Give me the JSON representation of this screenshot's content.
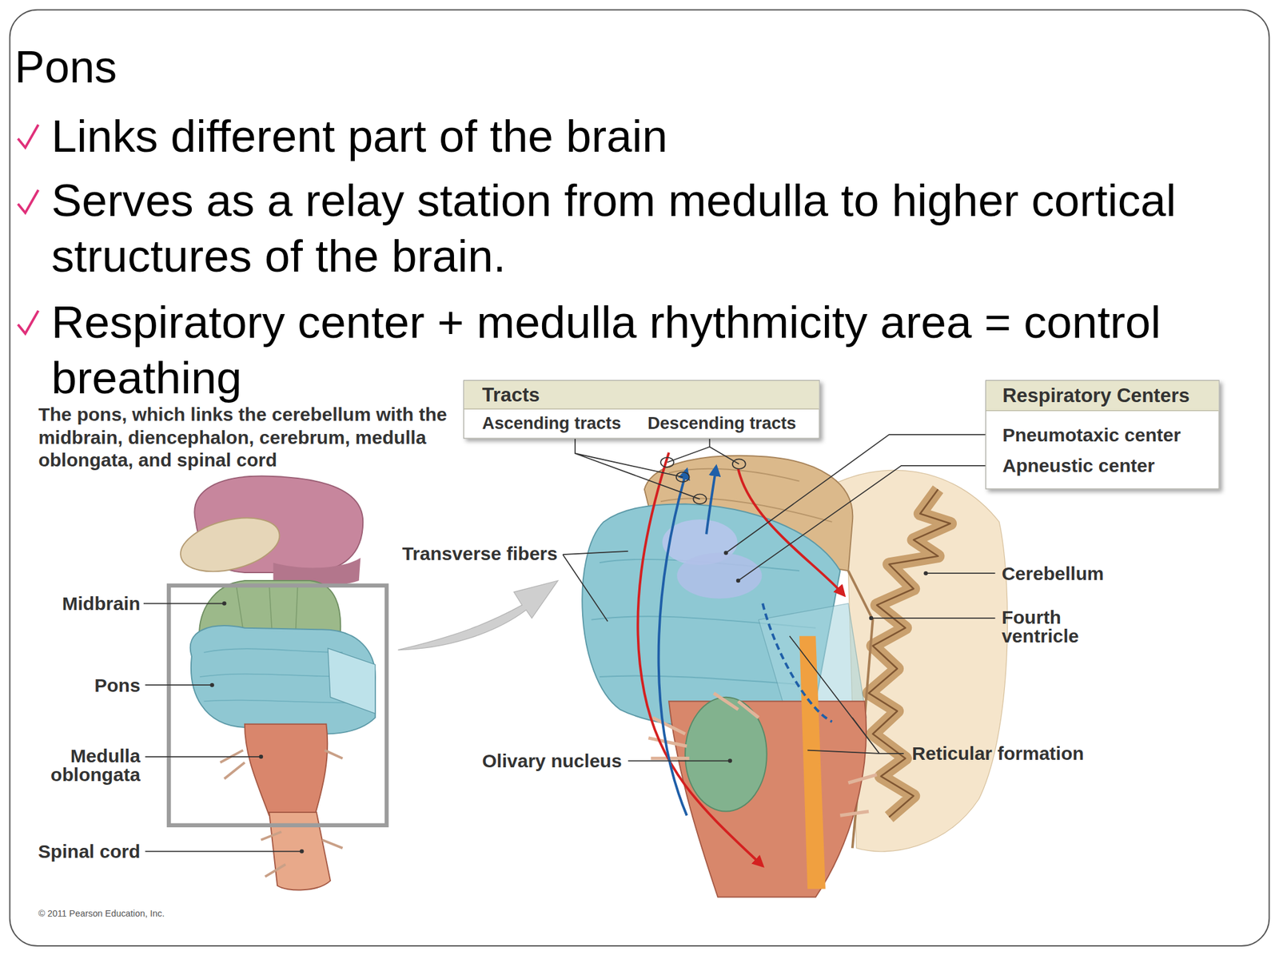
{
  "diagram": {
    "title": "Pons",
    "caption": "The pons, which links the cerebellum with the midbrain, diencephalon, cerebrum, medulla oblongata, and spinal cord",
    "nodes": [
      {
        "text": [
          "Tracts",
          "Ascending tracts",
          "Descending tracts"
        ]
      },
      {
        "text": [
          "Respiratory Centers",
          "Pneumotaxic center",
          "Apneustic center"
        ]
      }
    ],
    "labels": [
      "Links different part of the brain",
      "Serves as a relay station from medulla to higher cortical structures of the brain.",
      "Respiratory center + medulla rhythmicity area = control breathing",
      "Midbrain",
      "Pons",
      "Medulla oblongata",
      "Spinal cord",
      "Transverse fibers",
      "Olivary nucleus",
      "Cerebellum",
      "Fourth ventricle",
      "Reticular formation",
      "© 2011 Pearson Education, Inc."
    ]
  }
}
